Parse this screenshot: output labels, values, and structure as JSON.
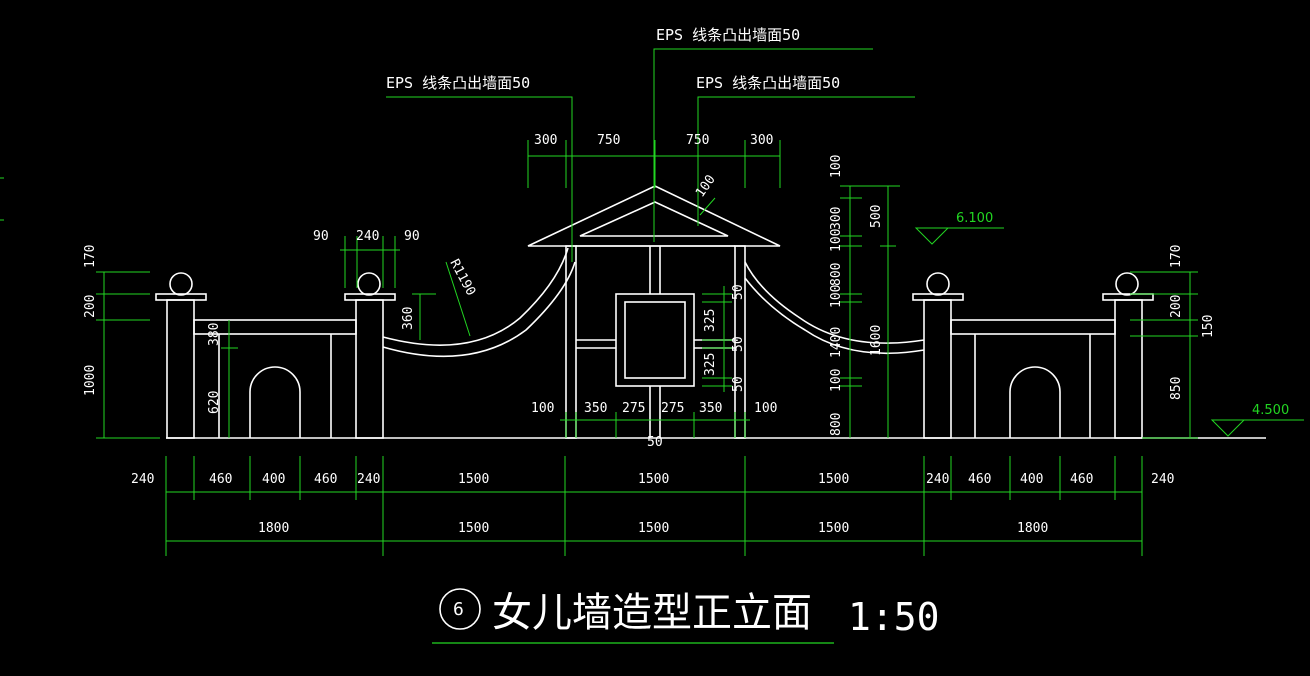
{
  "annotations": {
    "callout_top": "EPS  线条凸出墙面50",
    "callout_left": "EPS  线条凸出墙面50",
    "callout_right": "EPS  线条凸出墙面50"
  },
  "levels": {
    "roof_level": "6.100",
    "ground_level": "4.500"
  },
  "title": {
    "number": "6",
    "text": "女儿墙造型正立面",
    "scale": "1:50"
  },
  "dims": {
    "pavilion_top": [
      "300",
      "750",
      "750",
      "300"
    ],
    "roof_slope": "100",
    "post_top": [
      "90",
      "240",
      "90"
    ],
    "radius": "R1190",
    "left_vertical_outer": [
      "170",
      "200",
      "1000"
    ],
    "left_vertical_inner": [
      "380",
      "620"
    ],
    "curve_drop": "360",
    "window_vertical": [
      "50",
      "325",
      "50",
      "325",
      "50"
    ],
    "pavilion_bottom": [
      "100",
      "350",
      "275",
      "275",
      "350",
      "100"
    ],
    "pavilion_bottom_sub": "50",
    "right_column_a": [
      "100",
      "300",
      "100",
      "800",
      "100",
      "1400",
      "100",
      "800"
    ],
    "right_column_b": [
      "500",
      "1600"
    ],
    "right_vertical_outer": [
      "170",
      "200",
      "150",
      "850"
    ],
    "bottom_row1": [
      "240",
      "460",
      "400",
      "460",
      "240",
      "1500",
      "1500",
      "1500",
      "240",
      "460",
      "400",
      "460",
      "240"
    ],
    "bottom_row2": [
      "1800",
      "1500",
      "1500",
      "1500",
      "1800"
    ]
  }
}
